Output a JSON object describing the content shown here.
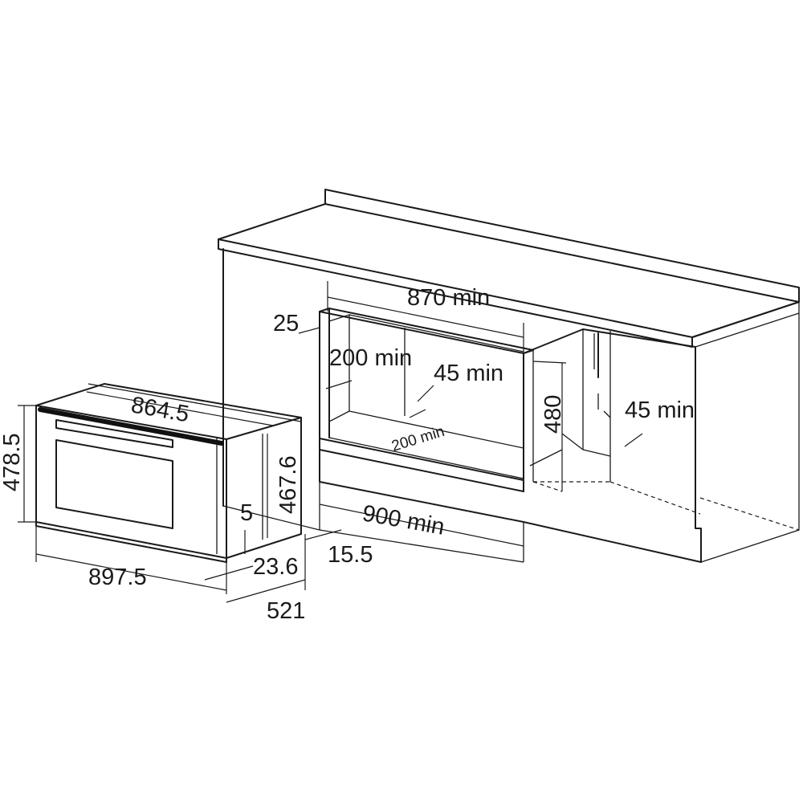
{
  "dimensions": {
    "oven_height_front": "478.5",
    "oven_width_top": "864.5",
    "oven_height_side": "467.6",
    "oven_width_front": "897.5",
    "panel_offset": "5",
    "panel_thickness": "23.6",
    "oven_depth": "521",
    "gap_front": "15.5",
    "cutout_width": "870 min",
    "frame_thickness": "25",
    "cutout_depth": "200 min",
    "rear_gap": "45 min",
    "base_depth": "200 min",
    "cutout_height": "480",
    "side_gap": "45 min",
    "cabinet_width": "900 min"
  }
}
